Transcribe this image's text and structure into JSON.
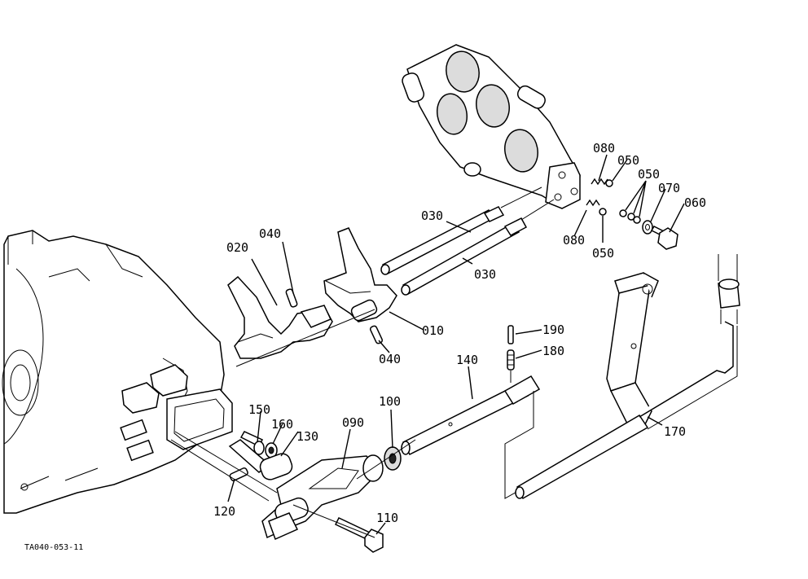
{
  "drawing": {
    "code": "TA040-053-11"
  },
  "part_labels": {
    "p010": "010",
    "p020": "020",
    "p030a": "030",
    "p030b": "030",
    "p040a": "040",
    "p040b": "040",
    "p050a": "050",
    "p050b": "050",
    "p050c": "050",
    "p060": "060",
    "p070": "070",
    "p080a": "080",
    "p080b": "080",
    "p090": "090",
    "p100": "100",
    "p110": "110",
    "p120": "120",
    "p130": "130",
    "p140": "140",
    "p150": "150",
    "p160": "160",
    "p170": "170",
    "p180": "180",
    "p190": "190"
  }
}
